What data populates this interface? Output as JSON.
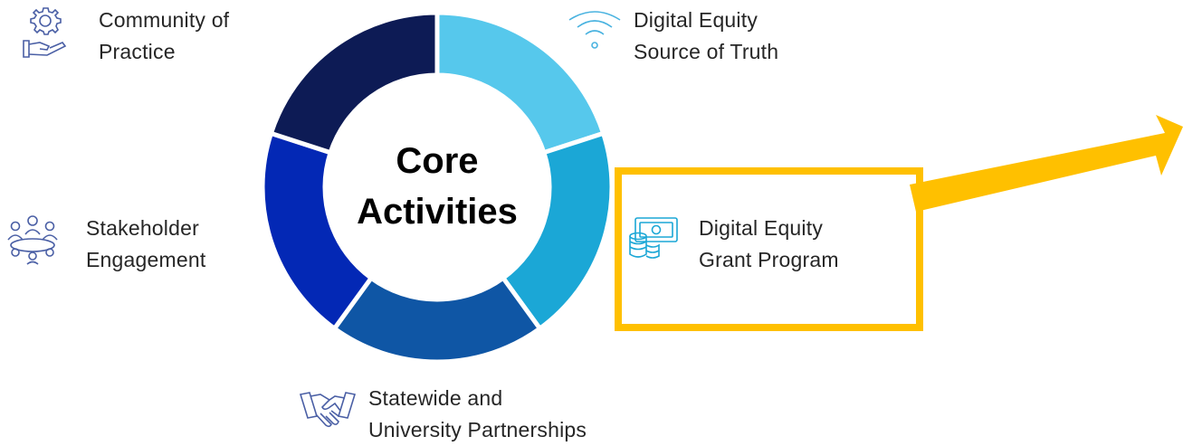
{
  "diagram": {
    "center_title_line1": "Core",
    "center_title_line2": "Activities",
    "segments": [
      {
        "label_line1": "Digital Equity",
        "label_line2": "Source of Truth",
        "color": "#56C8EC",
        "icon": "wifi-icon"
      },
      {
        "label_line1": "Digital Equity",
        "label_line2": "Grant Program",
        "color": "#1BA7D6",
        "icon": "money-coins-icon",
        "highlighted": true
      },
      {
        "label_line1": "Statewide and",
        "label_line2": "University Partnerships",
        "color": "#0F56A5",
        "icon": "handshake-icon"
      },
      {
        "label_line1": "Stakeholder",
        "label_line2": "Engagement",
        "color": "#0328B5",
        "icon": "people-meeting-icon"
      },
      {
        "label_line1": "Community of",
        "label_line2": "Practice",
        "color": "#0D1B55",
        "icon": "gear-hand-icon"
      }
    ],
    "highlight_color": "#FFC000",
    "icon_color": "#4A5FA5"
  }
}
